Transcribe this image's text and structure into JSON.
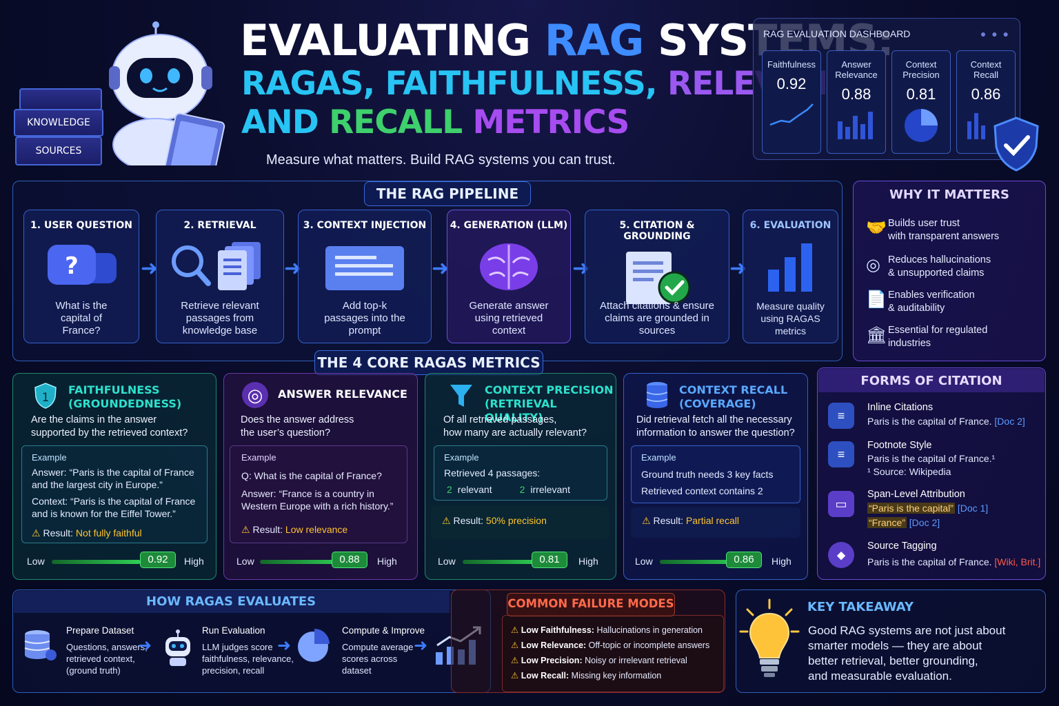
{
  "header": {
    "title_line1_a": "EVALUATING ",
    "title_line1_b": "RAG",
    "title_line1_c": " SYSTEMS:",
    "title_line2_a": "RAGAS, FAITHFULNESS, ",
    "title_line2_b": "RELEVANCE,",
    "title_line3_a": "AND ",
    "title_line3_b": "RECALL",
    "title_line3_c": " METRICS",
    "subtitle": "Measure what matters. Build RAG systems you can trust.",
    "books": [
      "KNOWLEDGE",
      "SOURCES"
    ]
  },
  "dashboard": {
    "title": "RAG EVALUATION DASHBOARD",
    "cards": [
      {
        "label": "Faithfulness",
        "value": "0.92"
      },
      {
        "label": "Answer Relevance",
        "value": "0.88"
      },
      {
        "label": "Context Precision",
        "value": "0.81"
      },
      {
        "label": "Context Recall",
        "value": "0.86"
      }
    ]
  },
  "pipeline": {
    "title": "THE RAG PIPELINE",
    "steps": [
      {
        "title": "1. USER QUESTION",
        "desc": "What is the capital of France?"
      },
      {
        "title": "2. RETRIEVAL",
        "desc": "Retrieve relevant passages from knowledge base"
      },
      {
        "title": "3. CONTEXT INJECTION",
        "desc": "Add top-k passages into the prompt"
      },
      {
        "title": "4. GENERATION (LLM)",
        "desc": "Generate answer using retrieved context"
      },
      {
        "title": "5. CITATION & GROUNDING",
        "desc": "Attach citations & ensure claims are grounded in sources"
      },
      {
        "title": "6. EVALUATION",
        "desc": "Measure quality using RAGAS metrics"
      }
    ]
  },
  "why": {
    "title": "WHY IT MATTERS",
    "items": [
      {
        "line1": "Builds user trust",
        "line2": "with transparent answers"
      },
      {
        "line1": "Reduces hallucinations",
        "line2": "& unsupported claims"
      },
      {
        "line1": "Enables verification",
        "line2": "& auditability"
      },
      {
        "line1": "Essential for regulated",
        "line2": "industries"
      }
    ]
  },
  "metrics": {
    "title": "THE 4 CORE RAGAS METRICS",
    "low": "Low",
    "high": "High",
    "example_label": "Example",
    "result_label": "Result:",
    "faithfulness": {
      "badge": "1",
      "title1": "FAITHFULNESS",
      "title2": "(GROUNDEDNESS)",
      "q1": "Are the claims in the answer",
      "q2": "supported by the retrieved context?",
      "ex1": "Answer: “Paris is the capital of France",
      "ex2": "and the largest city in Europe.”",
      "ex3": "Context: “Paris is the capital of France",
      "ex4": "and is known for the Eiffel Tower.”",
      "result": "Not fully faithful",
      "score": "0.92",
      "score_value": 0.92
    },
    "relevance": {
      "title1": "ANSWER RELEVANCE",
      "q1": "Does the answer address",
      "q2": "the user’s question?",
      "ex1": "Q: What is the capital of France?",
      "ex2": "Answer: “France is a country in",
      "ex3": "Western Europe with a rich history.”",
      "result": "Low relevance",
      "score": "0.88",
      "score_value": 0.88
    },
    "precision": {
      "title1": "CONTEXT PRECISION",
      "title2": "(RETRIEVAL QUALITY)",
      "q1": "Of all retrieved passages,",
      "q2": "how many are actually relevant?",
      "ex1": "Retrieved 4 passages:",
      "rel_count": "2",
      "rel_label": "relevant",
      "irr_count": "2",
      "irr_label": "irrelevant",
      "result": "50% precision",
      "score": "0.81",
      "score_value": 0.81
    },
    "recall": {
      "title1": "CONTEXT RECALL",
      "title2": "(COVERAGE)",
      "q1": "Did retrieval fetch all the necessary",
      "q2": "information to answer the question?",
      "ex1": "Ground truth needs 3 key facts",
      "ex2": "Retrieved context contains 2",
      "result": "Partial recall",
      "score": "0.86",
      "score_value": 0.86
    }
  },
  "citation": {
    "title": "FORMS OF CITATION",
    "inline_title": "Inline Citations",
    "inline_text": "Paris is the capital of France.",
    "inline_ref": "[Doc 2]",
    "foot_title": "Footnote Style",
    "foot_text": "Paris is the capital of France.¹",
    "foot_src": "¹ Source: Wikipedia",
    "span_title": "Span-Level Attribution",
    "span1": "“Paris is the capital”",
    "span1_ref": "[Doc 1]",
    "span2": "“France”",
    "span2_ref": "[Doc 2]",
    "tag_title": "Source Tagging",
    "tag_text": "Paris is the capital of France.",
    "tag_ref": "[Wiki, Brit.]"
  },
  "how": {
    "title": "HOW RAGAS EVALUATES",
    "steps": [
      {
        "title": "Prepare Dataset",
        "l1": "Questions, answers,",
        "l2": "retrieved context,",
        "l3": "(ground truth)"
      },
      {
        "title": "Run Evaluation",
        "l1": "LLM judges score",
        "l2": "faithfulness, relevance,",
        "l3": "precision, recall"
      },
      {
        "title": "Compute & Improve",
        "l1": "Compute average",
        "l2": "scores across",
        "l3": "dataset"
      }
    ]
  },
  "failures": {
    "title": "COMMON FAILURE MODES",
    "items": [
      {
        "name": "Low Faithfulness:",
        "desc": "Hallucinations in generation"
      },
      {
        "name": "Low Relevance:",
        "desc": "Off-topic or incomplete answers"
      },
      {
        "name": "Low Precision:",
        "desc": "Noisy or irrelevant retrieval"
      },
      {
        "name": "Low Recall:",
        "desc": "Missing key information"
      }
    ]
  },
  "takeaway": {
    "title": "KEY TAKEAWAY",
    "l1": "Good RAG systems are not just about",
    "l2": "smarter models — they are about",
    "l3": "better retrieval, better grounding,",
    "l4": "and measurable evaluation."
  },
  "colors": {
    "accent_blue": "#3e8cff",
    "accent_cyan": "#27c4f4",
    "accent_purple": "#9a58f0",
    "accent_green": "#3ed06c",
    "warning": "#ffc52e",
    "error_red": "#ff5a4a"
  }
}
